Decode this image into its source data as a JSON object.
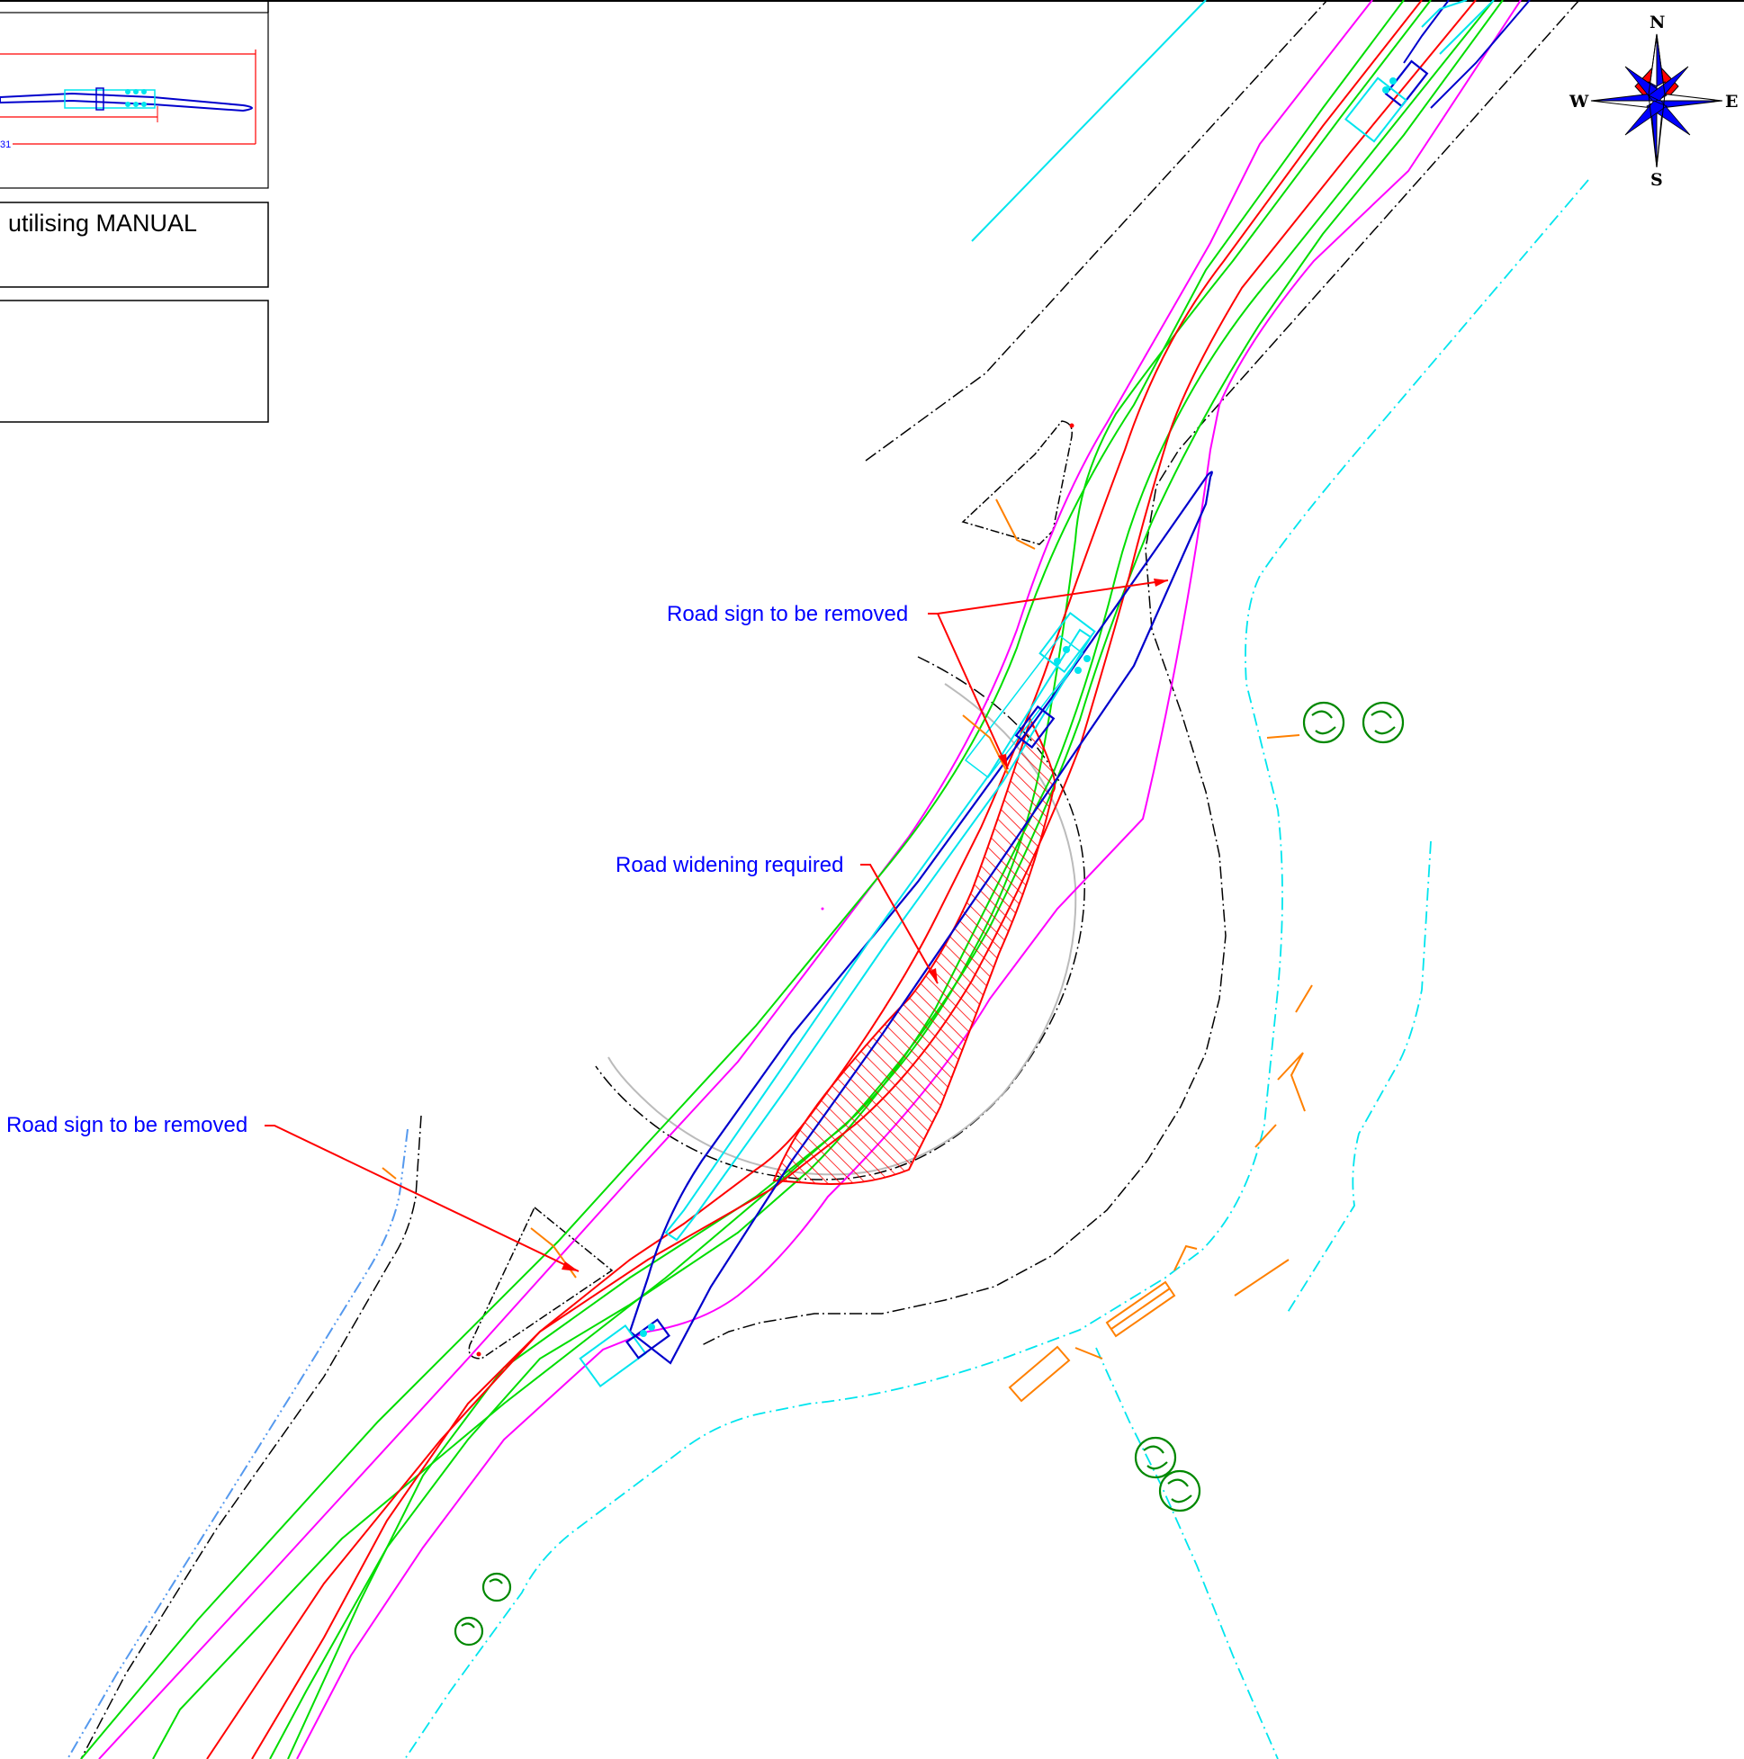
{
  "compass": {
    "north": "N",
    "east": "E",
    "south": "S",
    "west": "W",
    "colors": {
      "primary": "#0000ff",
      "secondary": "#ff0000"
    }
  },
  "legend": {
    "box1_text": "utilising MANUAL",
    "dimension_fragment": "31"
  },
  "annotations": {
    "road_sign_1": "Road sign to be removed",
    "road_widening": "Road widening required",
    "road_sign_2": "Road sign to be removed"
  },
  "colors": {
    "annotation_text": "#0000ff",
    "leader": "#ff0000",
    "swept_path": "#0000cc",
    "vehicle": "#00e5ee",
    "road_edge": "#ff00ff",
    "centerline": "#00dd00",
    "overrun": "#ff0000",
    "boundary": "#000000",
    "hedge": "#00e5ee",
    "trees": "#008800",
    "fence": "#ff8000"
  }
}
